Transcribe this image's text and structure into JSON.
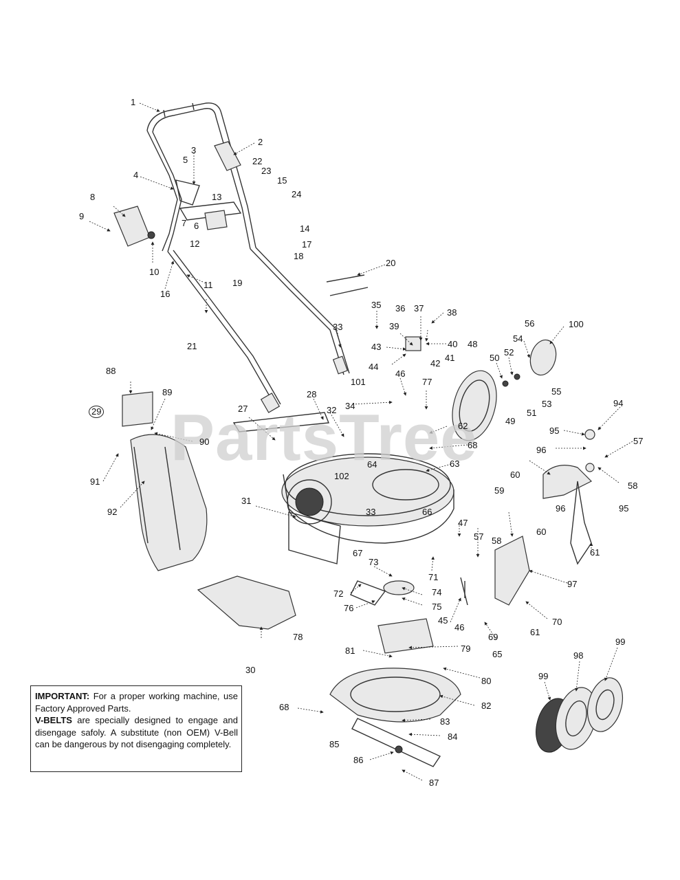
{
  "watermark": "PartsTree",
  "notice": {
    "important_heading": "IMPORTANT:",
    "important_text": "For a proper working machine, use Factory Approved Parts.",
    "vbelts_heading": "V-BELTS",
    "vbelts_text": "are specially designed to engage and disengage safoly. A substitute (non OEM) V-Bell can be dangerous by not disengaging completely."
  },
  "parts": [
    "1",
    "2",
    "3",
    "4",
    "5",
    "6",
    "7",
    "8",
    "9",
    "10",
    "11",
    "12",
    "13",
    "14",
    "15",
    "16",
    "17",
    "18",
    "19",
    "20",
    "21",
    "22",
    "23",
    "24",
    "27",
    "28",
    "29",
    "30",
    "31",
    "32",
    "33",
    "33",
    "34",
    "35",
    "36",
    "37",
    "38",
    "39",
    "40",
    "41",
    "42",
    "43",
    "44",
    "45",
    "46",
    "46",
    "47",
    "48",
    "49",
    "50",
    "51",
    "52",
    "53",
    "54",
    "55",
    "56",
    "57",
    "57",
    "58",
    "58",
    "59",
    "60",
    "60",
    "61",
    "61",
    "62",
    "63",
    "64",
    "65",
    "66",
    "67",
    "68",
    "68",
    "69",
    "70",
    "71",
    "72",
    "73",
    "74",
    "75",
    "76",
    "77",
    "78",
    "79",
    "80",
    "81",
    "82",
    "83",
    "84",
    "85",
    "86",
    "87",
    "88",
    "89",
    "90",
    "91",
    "92",
    "94",
    "95",
    "95",
    "96",
    "96",
    "97",
    "98",
    "99",
    "99",
    "100",
    "101",
    "102"
  ]
}
